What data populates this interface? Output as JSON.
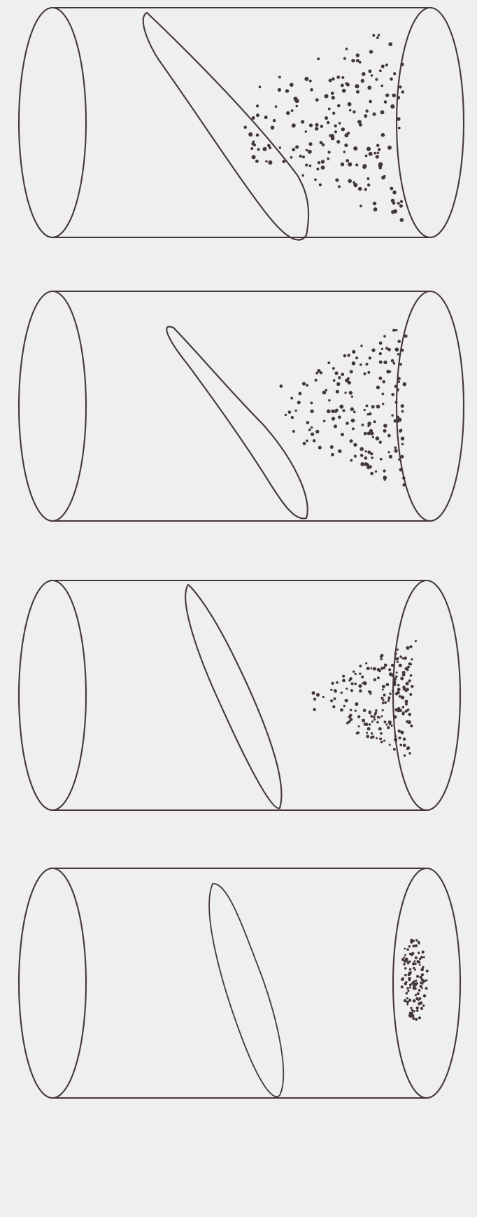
{
  "colors": {
    "background": "#efefef",
    "line": "#45373a",
    "dots": "#43363a"
  },
  "diagram": {
    "panels": [
      {
        "name": "panel-1",
        "dot_pattern": "wide-scatter"
      },
      {
        "name": "panel-2",
        "dot_pattern": "broad-cone"
      },
      {
        "name": "panel-3",
        "dot_pattern": "narrow-cone"
      },
      {
        "name": "panel-4",
        "dot_pattern": "end-cluster"
      }
    ]
  }
}
